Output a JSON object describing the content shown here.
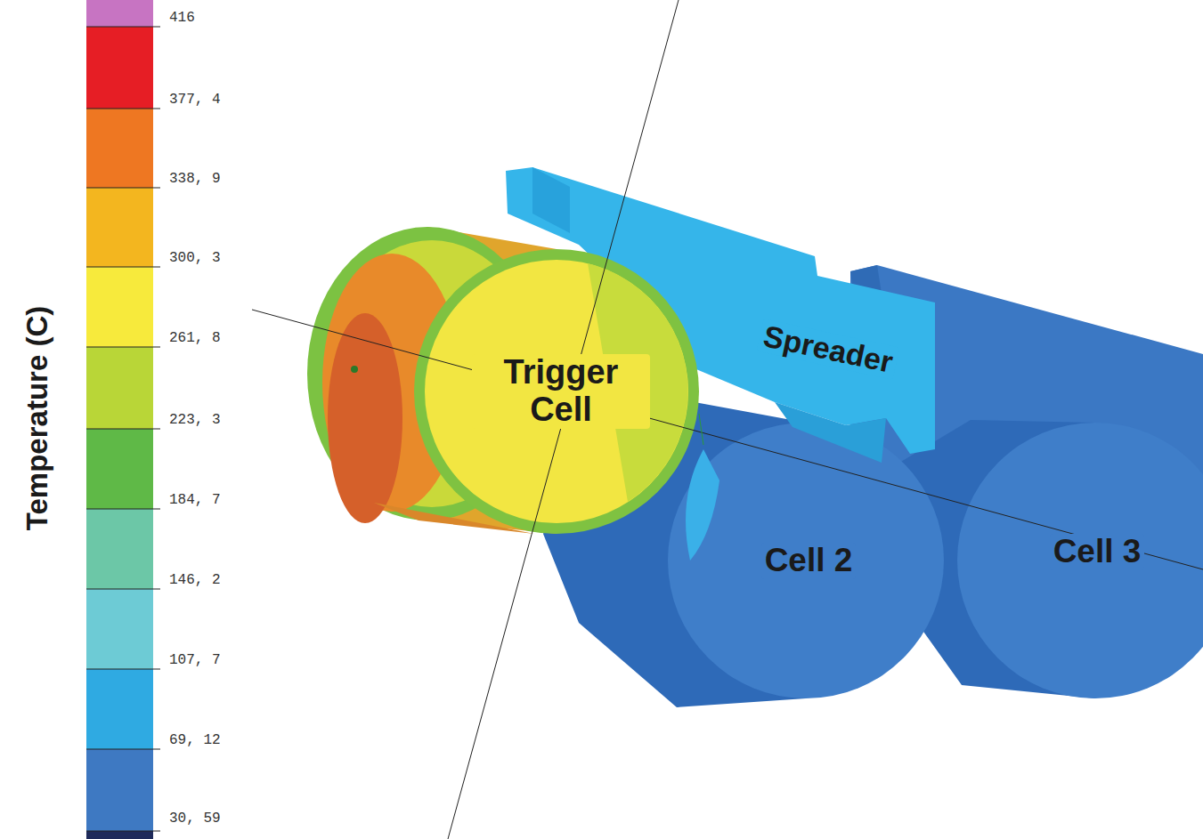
{
  "diagram": {
    "nodes": [
      {
        "text": [
          "Trigger Cell"
        ]
      },
      {
        "text": [
          "Spreader"
        ]
      },
      {
        "text": [
          "Cell 2"
        ]
      },
      {
        "text": [
          "Cell 3"
        ]
      }
    ],
    "labels": [
      "Temperature (C)",
      "416",
      "377, 4",
      "338, 9",
      "300, 3",
      "261, 8",
      "223, 3",
      "184, 7",
      "146, 2",
      "107, 7",
      "69, 12",
      "30, 59"
    ]
  }
}
